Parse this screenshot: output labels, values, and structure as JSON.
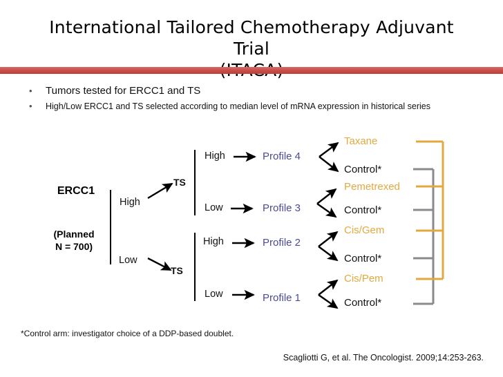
{
  "slide": {
    "title_line1": "International Tailored Chemotherapy Adjuvant Trial",
    "title_line2": "(ITACA)",
    "divider_color": "#c94b48"
  },
  "bullets": [
    {
      "marker": "•",
      "text": "Tumors tested for ERCC1 and TS"
    },
    {
      "marker": "•",
      "text": "High/Low ERCC1 and TS selected according to median level of mRNA expression in historical series"
    }
  ],
  "diagram": {
    "root": {
      "label": "ERCC1",
      "sublabel_line1": "(Planned",
      "sublabel_line2": "N = 700)"
    },
    "ercc1_branches": [
      {
        "label": "High",
        "target": "TS"
      },
      {
        "label": "Low",
        "target": "TS"
      }
    ],
    "ts_nodes": [
      {
        "label": "TS"
      },
      {
        "label": "TS"
      }
    ],
    "ts_branches": [
      {
        "label": "High",
        "profile": "Profile 4"
      },
      {
        "label": "Low",
        "profile": "Profile 3"
      },
      {
        "label": "High",
        "profile": "Profile 2"
      },
      {
        "label": "Low",
        "profile": "Profile 1"
      }
    ],
    "profiles": [
      {
        "name": "Profile 4",
        "experimental_arm": "Taxane",
        "control_arm": "Control*"
      },
      {
        "name": "Profile 3",
        "experimental_arm": "Pemetrexed",
        "control_arm": "Control*"
      },
      {
        "name": "Profile 2",
        "experimental_arm": "Cis/Gem",
        "control_arm": "Control*"
      },
      {
        "name": "Profile 1",
        "experimental_arm": "Cis/Pem",
        "control_arm": "Control*"
      }
    ],
    "colors": {
      "experimental": "#e2a93f",
      "control": "#8a8a8a",
      "profile_text": "#4b4b8f",
      "arrow": "#000000"
    }
  },
  "footnote": "*Control arm: investigator choice of a DDP-based doublet.",
  "citation": "Scagliotti G, et al. The Oncologist. 2009;14:253-263."
}
